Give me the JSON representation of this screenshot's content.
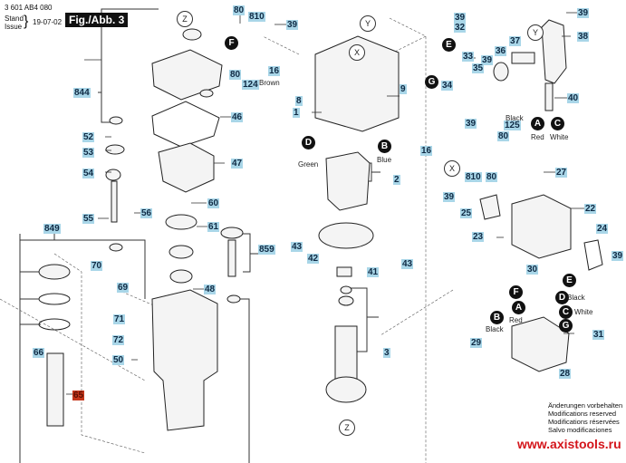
{
  "document": {
    "part_number": "3 601 AB4 080",
    "stand_label": "Stand",
    "issue_label": "Issue",
    "issue_date": "19-07-02",
    "figure_title": "Fig./Abb. 3",
    "notes": [
      "Änderungen vorbehalten",
      "Modifications reserved",
      "Modifications réservées",
      "Salvo modificaciones"
    ],
    "website": "www.axistools.ru",
    "label_color": "#a9d6e8",
    "highlight_color": "#c4361b",
    "website_color": "#d4151b"
  },
  "reference_markers": {
    "x": "X",
    "y": "Y",
    "z": "Z"
  },
  "connector_badges": {
    "a": "A",
    "b": "B",
    "c": "C",
    "d": "D",
    "e": "E",
    "f": "F",
    "g": "G"
  },
  "wire_labels": {
    "brown": "Brown",
    "green": "Green",
    "blue": "Blue",
    "black": "Black",
    "red": "Red",
    "white": "White"
  },
  "part_labels": {
    "p1": "1",
    "p2": "2",
    "p3": "3",
    "p8": "8",
    "p9": "9",
    "p16": "16",
    "p22": "22",
    "p23": "23",
    "p24": "24",
    "p25": "25",
    "p27": "27",
    "p28": "28",
    "p29": "29",
    "p30": "30",
    "p31": "31",
    "p32": "32",
    "p33": "33",
    "p34": "34",
    "p35": "35",
    "p36": "36",
    "p37": "37",
    "p38": "38",
    "p39": "39",
    "p40": "40",
    "p41": "41",
    "p42": "42",
    "p43": "43",
    "p46": "46",
    "p47": "47",
    "p48": "48",
    "p50": "50",
    "p52": "52",
    "p53": "53",
    "p54": "54",
    "p55": "55",
    "p56": "56",
    "p60": "60",
    "p61": "61",
    "p65": "65",
    "p66": "66",
    "p69": "69",
    "p70": "70",
    "p71": "71",
    "p72": "72",
    "p80": "80",
    "p124": "124",
    "p125": "125",
    "p810": "810",
    "p844": "844",
    "p849": "849",
    "p859": "859"
  },
  "highlighted_part": "65"
}
